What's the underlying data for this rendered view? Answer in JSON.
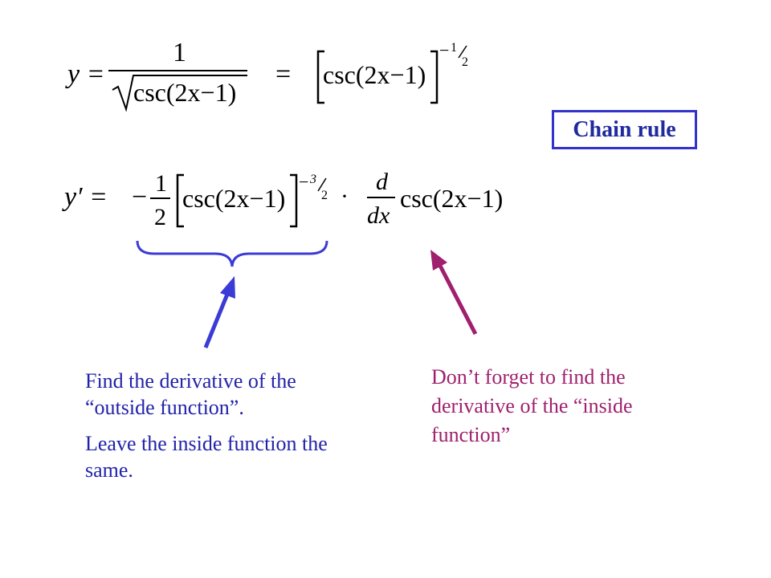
{
  "equation1": {
    "lhs": "y =",
    "numerator": "1",
    "denominator": "csc(2x−1)",
    "equals": "=",
    "rhs_inner": "csc(2x−1)",
    "exponent_sign": "−",
    "exponent_num": "1",
    "exponent_den": "2"
  },
  "equation2": {
    "lhs": "y′ =",
    "coef_sign": "−",
    "coef_num": "1",
    "coef_den": "2",
    "bracket_inner": "csc(2x−1)",
    "exponent_sign": "−",
    "exponent_num": "3",
    "exponent_den": "2",
    "dot": "·",
    "deriv_num": "d",
    "deriv_den": "dx",
    "deriv_arg": "csc(2x−1)"
  },
  "chain_rule_label": "Chain rule",
  "notes": {
    "outside_line1": "Find the derivative of the “outside function”.",
    "outside_line2": "Leave the inside function the same.",
    "inside": "Don’t forget to find the derivative of the “inside function”"
  },
  "colors": {
    "equation": "#000000",
    "box_border": "#3333cc",
    "box_text": "#1f2a9e",
    "brace": "#3b3bd6",
    "arrow_left": "#3b3bd6",
    "arrow_right": "#a0206e",
    "note_left": "#2222aa",
    "note_right": "#a0206e"
  }
}
